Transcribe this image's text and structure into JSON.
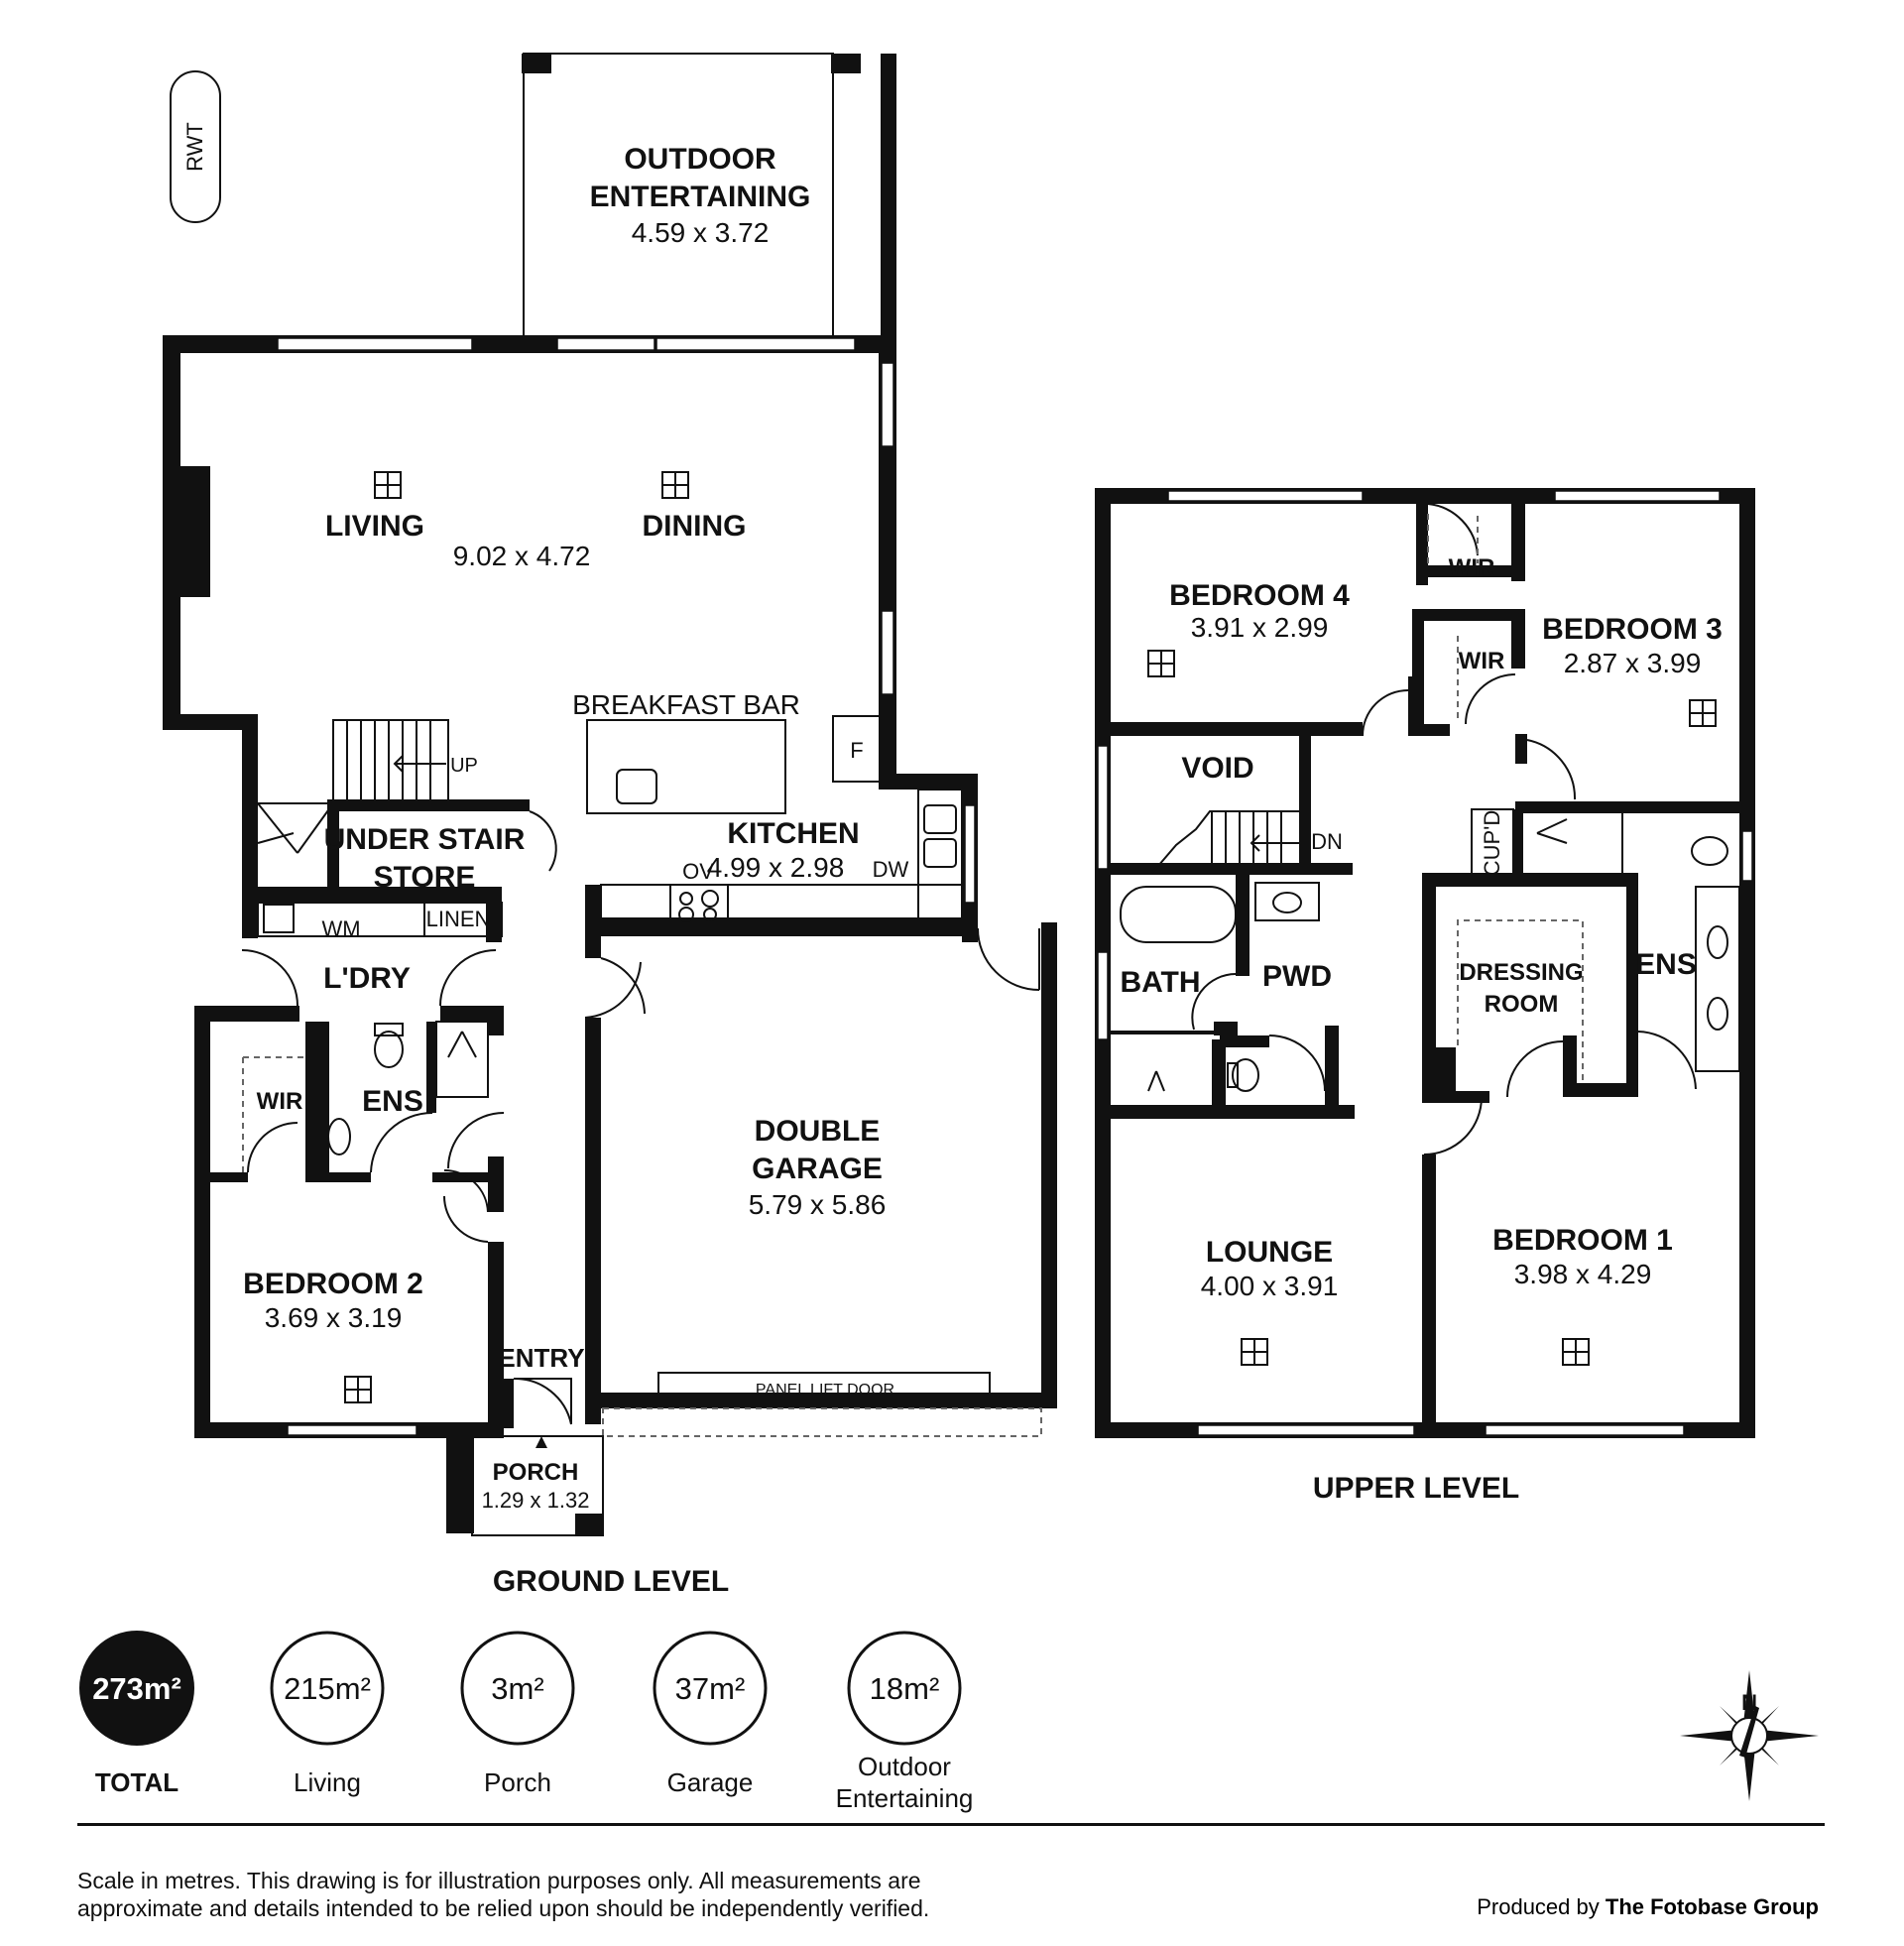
{
  "rwt_label": "RWT",
  "ground": {
    "outdoor_name": [
      "OUTDOOR",
      "ENTERTAINING"
    ],
    "outdoor_dims": "4.59 x 3.72",
    "living": "LIVING",
    "dining": "DINING",
    "living_dims": "9.02 x 4.72",
    "breakfast_bar": "BREAKFAST BAR",
    "f": "F",
    "up": "UP",
    "under_stair": [
      "UNDER STAIR",
      "STORE"
    ],
    "kitchen": "KITCHEN",
    "kitchen_dims": "4.99 x 2.98",
    "ov": "OV",
    "dw": "DW",
    "wm": "WM",
    "linen": "LINEN",
    "ldry": "L'DRY",
    "wir": "WIR",
    "ens": "ENS",
    "bedroom2": "BEDROOM 2",
    "bedroom2_dims": "3.69 x 3.19",
    "garage": [
      "DOUBLE",
      "GARAGE"
    ],
    "garage_dims": "5.79 x 5.86",
    "entry": "ENTRY",
    "panel_lift_door": "PANEL LIFT DOOR",
    "porch": "PORCH",
    "porch_dims": "1.29 x 1.32",
    "level_label": "GROUND LEVEL"
  },
  "upper": {
    "bedroom4": "BEDROOM 4",
    "bedroom4_dims": "3.91 x 2.99",
    "wir_a": "WIR",
    "wir_b": "WIR",
    "bedroom3": "BEDROOM 3",
    "bedroom3_dims": "2.87 x 3.99",
    "void": "VOID",
    "dn": "DN",
    "cupd": "CUP'D",
    "bath": "BATH",
    "pwd": "PWD",
    "dressing": [
      "DRESSING",
      "ROOM"
    ],
    "ens": "ENS",
    "lounge": "LOUNGE",
    "lounge_dims": "4.00 x 3.91",
    "bedroom1": "BEDROOM 1",
    "bedroom1_dims": "3.98 x 4.29",
    "level_label": "UPPER LEVEL"
  },
  "areas": [
    {
      "value": "273m²",
      "label": "TOTAL",
      "filled": true
    },
    {
      "value": "215m²",
      "label": "Living",
      "filled": false
    },
    {
      "value": "3m²",
      "label": "Porch",
      "filled": false
    },
    {
      "value": "37m²",
      "label": "Garage",
      "filled": false
    },
    {
      "value": "18m²",
      "label": "Outdoor Entertaining",
      "filled": false
    }
  ],
  "compass_label": "N",
  "disclaimer": [
    "Scale in metres. This drawing is for illustration purposes only. All measurements are",
    "approximate and details intended to be relied upon should be independently verified."
  ],
  "credit_prefix": "Produced by",
  "credit_name": "The Fotobase Group"
}
